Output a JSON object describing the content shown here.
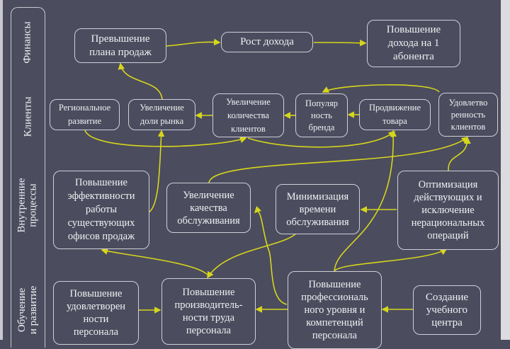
{
  "lanes": [
    "Финансы",
    "Клиенты",
    "Внутренние\nпроцессы",
    "Обучение\nи развитие"
  ],
  "nodes": {
    "sales_plan": "Превышение\nплана продаж",
    "revenue_growth": "Рост дохода",
    "arpu": "Повышение\nдохода на 1\nабонента",
    "regional": "Региональное\nразвитие",
    "market_share": "Увеличение\nдоли рынка",
    "clients_count": "Увеличение\nколичества\nклиентов",
    "brand": "Популяр\nность\nбренда",
    "promotion": "Продвижение\nтовара",
    "satisfaction": "Удовлетво\nренность\nклиентов",
    "offices": "Повышение\nэффективности\nработы\nсуществующих\nофисов продаж",
    "service_quality": "Увеличение\nкачества\nобслуживания",
    "service_time": "Минимизация\nвремени\nобслуживания",
    "optimization": "Оптимизация\nдействующих и\nисключение\nнерациональных\nопераций",
    "staff_satisfaction": "Повышение\nудовлетворен\nности\nперсонала",
    "productivity": "Повышение\nпроизводитель-\nности труда\nперсонала",
    "competence": "Повышение\nпрофессиональ\nного уровня и\nкомпетенций\nперсонала",
    "training_center": "Создание\nучебного\nцентра"
  },
  "colors": {
    "background": "#4b4c5e",
    "arrow": "#d6d61c",
    "border": "#cfd0d8"
  }
}
